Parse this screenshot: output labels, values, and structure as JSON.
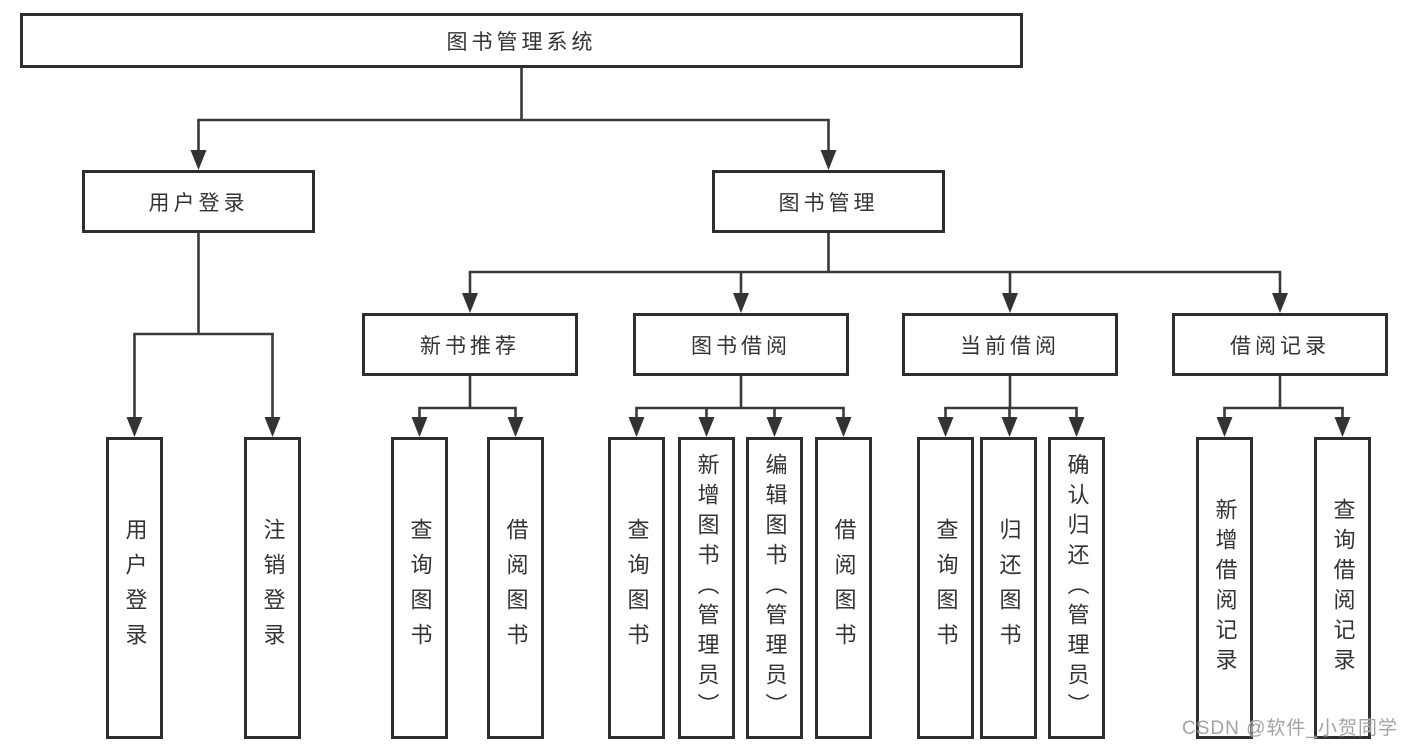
{
  "diagram": {
    "type": "org-tree",
    "direction": "top-down",
    "title": "图书管理系统"
  },
  "colors": {
    "background": "#ffffff",
    "line": "#3a3a3a",
    "box_border": "#2e2e2e",
    "text": "#333333",
    "watermark": "#a3a3a3"
  },
  "tree": {
    "label": "图书管理系统",
    "children": [
      {
        "label": "用户登录",
        "children": [
          {
            "label": "用户登录"
          },
          {
            "label": "注销登录"
          }
        ]
      },
      {
        "label": "图书管理",
        "children": [
          {
            "label": "新书推荐",
            "children": [
              {
                "label": "查询图书"
              },
              {
                "label": "借阅图书"
              }
            ]
          },
          {
            "label": "图书借阅",
            "children": [
              {
                "label": "查询图书"
              },
              {
                "label": "新增图书（管理员）"
              },
              {
                "label": "编辑图书（管理员）"
              },
              {
                "label": "借阅图书"
              }
            ]
          },
          {
            "label": "当前借阅",
            "children": [
              {
                "label": "查询图书"
              },
              {
                "label": "归还图书"
              },
              {
                "label": "确认归还（管理员）"
              }
            ]
          },
          {
            "label": "借阅记录",
            "children": [
              {
                "label": "新增借阅记录"
              },
              {
                "label": "查询借阅记录"
              }
            ]
          }
        ]
      }
    ]
  },
  "watermark": {
    "text": "CSDN @软件_小贺同学"
  }
}
